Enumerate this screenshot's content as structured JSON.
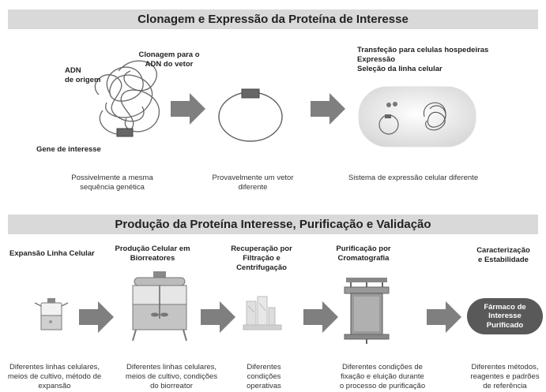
{
  "section1": {
    "title": "Clonagem e Expressão da Proteína de Interesse",
    "labels": {
      "adn": [
        "ADN",
        "de origem"
      ],
      "clonagem": [
        "Clonagem para o",
        "ADN do vetor"
      ],
      "gene": "Gene de interesse",
      "transfecao": [
        "Transfeção para  celulas hospedeiras",
        "Expressão",
        "Seleção da linha celular"
      ]
    },
    "captions": {
      "c1": [
        "Possivelmente a mesma",
        "sequência genética"
      ],
      "c2": [
        "Provavelmente um vetor",
        "diferente"
      ],
      "c3": "Sistema de expressão celular diferente"
    }
  },
  "section2": {
    "title": "Produção da Proteína Interesse, Purificação e Validação",
    "steps": {
      "s1": "Expansão Linha Celular",
      "s2": [
        "Produção Celular em",
        "Biorreatores"
      ],
      "s3": [
        "Recuperação por",
        "Filtração e",
        "Centrifugação"
      ],
      "s4": [
        "Purificação por",
        "Cromatografia"
      ],
      "s5": [
        "Caracterização",
        "e Estabilidade"
      ]
    },
    "final_product": [
      "Fármaco de",
      "Interesse",
      "Purificado"
    ],
    "captions": {
      "c1": [
        "Diferentes linhas celulares,",
        "meios de cultivo, método de",
        "expansão"
      ],
      "c2": [
        "Diferentes linhas celulares,",
        "meios de cultivo, condições",
        "do biorreator"
      ],
      "c3": [
        "Diferentes",
        "condições",
        "operativas"
      ],
      "c4": [
        "Diferentes condições de",
        "fixação e eluição durante",
        "o processo de purificação"
      ],
      "c5": [
        "Diferentes métodos,",
        "reagentes e padrões",
        "de referência"
      ]
    }
  }
}
